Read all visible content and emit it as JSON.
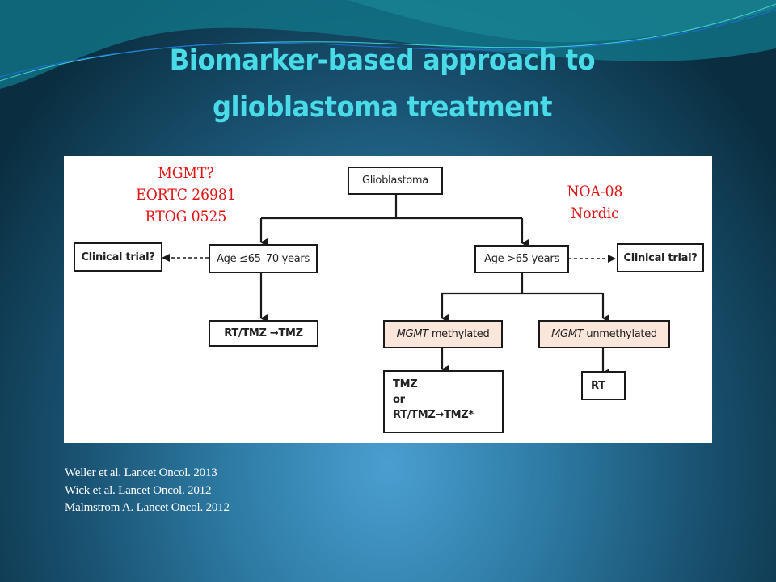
{
  "slide": {
    "title_line1": "Biomarker-based approach to",
    "title_line2": "glioblastoma treatment",
    "colors": {
      "title": "#49dbe8",
      "annotation": "#e01414",
      "mgmt_fill": "#fbe6db",
      "references": "#ffffff"
    }
  },
  "diagram": {
    "root": "Glioblastoma",
    "left_branch": {
      "age": "Age ≤65–70 years",
      "side_option": "Clinical trial?",
      "treatment": "RT/TMZ →TMZ"
    },
    "right_branch": {
      "age": "Age >65 years",
      "side_option": "Clinical trial?",
      "methylated": {
        "gene": "MGMT",
        "status": "methylated"
      },
      "unmethylated": {
        "gene": "MGMT",
        "status": "unmethylated"
      },
      "methylated_treatment": [
        "TMZ",
        "or",
        "RT/TMZ→TMZ*"
      ],
      "unmethylated_treatment": "RT"
    }
  },
  "annotations": {
    "left": [
      "MGMT?",
      "EORTC 26981",
      "RTOG 0525"
    ],
    "right": [
      "NOA-08",
      "Nordic"
    ]
  },
  "references": [
    "Weller et al. Lancet Oncol. 2013",
    "Wick et al. Lancet Oncol. 2012",
    "Malmstrom A. Lancet Oncol. 2012"
  ]
}
